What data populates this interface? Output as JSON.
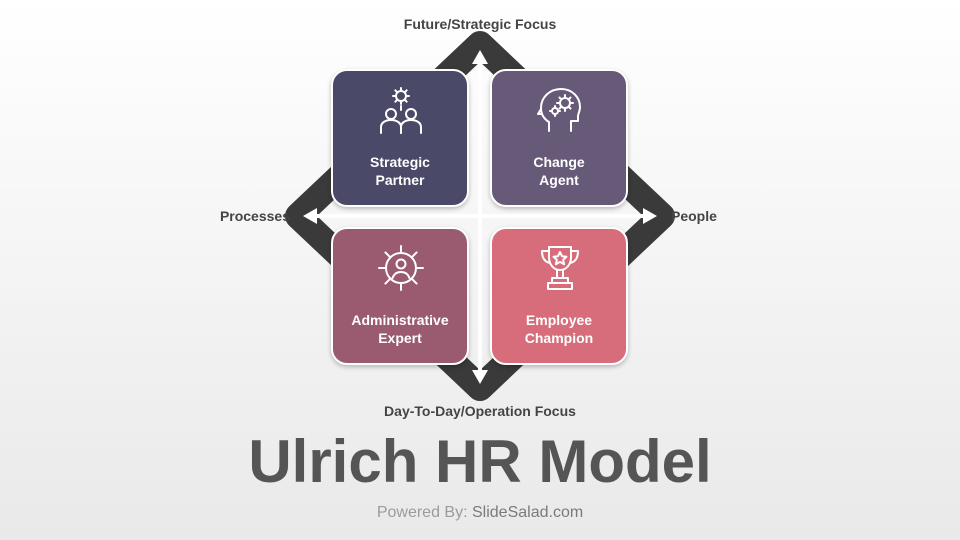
{
  "diagram": {
    "axes": {
      "top": "Future/Strategic Focus",
      "bottom": "Day-To-Day/Operation Focus",
      "left": "Processes",
      "right": "People"
    },
    "quadrants": [
      {
        "label": "Strategic Partner",
        "line1": "Strategic",
        "line2": "Partner",
        "icon": "team-gear-icon",
        "color": "#4a4968"
      },
      {
        "label": "Change Agent",
        "line1": "Change",
        "line2": "Agent",
        "icon": "head-gears-icon",
        "color": "#675a78"
      },
      {
        "label": "Administrative Expert",
        "line1": "Administrative",
        "line2": "Expert",
        "icon": "user-gear-icon",
        "color": "#9a5a70"
      },
      {
        "label": "Employee Champion",
        "line1": "Employee",
        "line2": "Champion",
        "icon": "trophy-star-icon",
        "color": "#d76d7a"
      }
    ],
    "arrow_color": "#3a3a3a"
  },
  "title": "Ulrich HR Model",
  "credit": {
    "prefix": "Powered By:",
    "brand": "SlideSalad.com"
  }
}
